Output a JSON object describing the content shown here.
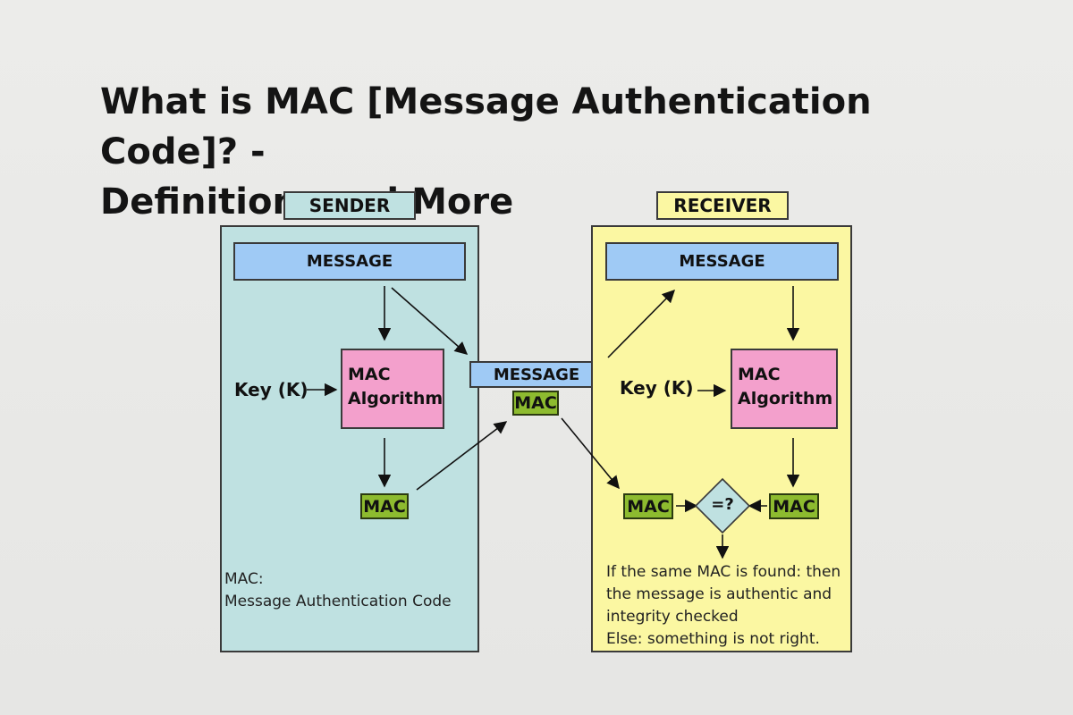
{
  "title_line1": "What is MAC [Message Authentication Code]? -",
  "title_line2": "Definition, and More",
  "sender": {
    "label": "SENDER",
    "message": "MESSAGE",
    "key": "Key (K)",
    "algorithm_line1": "MAC",
    "algorithm_line2": "Algorithm",
    "mac": "MAC",
    "note_line1": "MAC:",
    "note_line2": "Message Authentication Code"
  },
  "transit": {
    "message": "MESSAGE",
    "mac": "MAC"
  },
  "receiver": {
    "label": "RECEIVER",
    "message": "MESSAGE",
    "key": "Key (K)",
    "algorithm_line1": "MAC",
    "algorithm_line2": "Algorithm",
    "mac_received": "MAC",
    "compare": "=?",
    "mac_computed": "MAC",
    "note_line1": "If the same MAC is found: then",
    "note_line2": "the message is authentic and",
    "note_line3": "integrity checked",
    "note_line4": "Else: something is not right."
  },
  "colors": {
    "sender_panel": "#bfe1e1",
    "receiver_panel": "#fbf7a2",
    "message_box": "#9fcaf5",
    "algorithm_box": "#f3a0cc",
    "mac_box": "#8dbb2f",
    "compare_diamond": "#bfe1e1"
  }
}
